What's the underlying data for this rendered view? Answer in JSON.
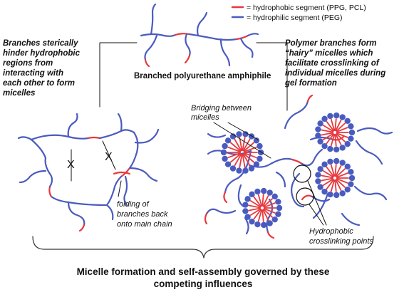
{
  "legend": {
    "hydrophobic_label": "= hydrophobic segment (PPG, PCL)",
    "hydrophilic_label": "= hydrophilic segment (PEG)",
    "hydrophobic_color": "#e8383d",
    "hydrophilic_color": "#4a5bbf"
  },
  "top": {
    "title": "Branched polyurethane amphiphile"
  },
  "left_caption": {
    "lines": [
      "Branches sterically",
      "hinder hydrophobic",
      "regions from",
      "interacting with",
      "each other to form",
      "micelles"
    ]
  },
  "right_caption": {
    "lines": [
      "Polymer branches form",
      "“hairy” micelles which",
      "facilitate crosslinking of",
      "individual micelles during",
      "gel formation"
    ]
  },
  "annotations": {
    "bridging": [
      "Bridging between",
      "micelles"
    ],
    "folding": [
      "folding of",
      "branches back",
      "onto main chain"
    ],
    "crosslink": [
      "Hydrophobic",
      "crosslinking points"
    ],
    "blocked_mark": "X"
  },
  "footer": {
    "lines": [
      "Micelle formation and self-assembly governed by these",
      "competing influences"
    ]
  }
}
